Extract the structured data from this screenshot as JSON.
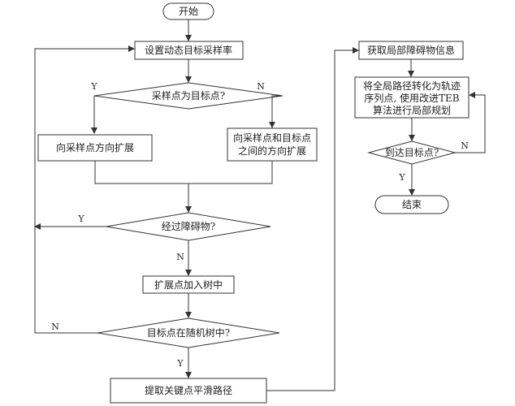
{
  "nodes": {
    "start": "开始",
    "set_sampling": "设置动态目标采样率",
    "is_target": "采样点为目标点?",
    "expand_to_sample": "向采样点方向扩展",
    "expand_between_1": "向采样点和目标点",
    "expand_between_2": "之间的方向扩展",
    "pass_obstacle": "经过障碍物?",
    "add_to_tree": "扩展点加入树中",
    "target_in_tree": "目标点在随机树中?",
    "extract_path": "提取关键点平滑路径",
    "get_local_obstacle": "获取局部障碍物信息",
    "convert_1": "将全局路径转化为轨迹",
    "convert_2": "序列点, 使用改进TEB",
    "convert_3": "算法进行局部规划",
    "reach_target": "到达目标点?",
    "end": "结束"
  },
  "labels": {
    "is_target_yes": "Y",
    "is_target_no": "N",
    "pass_obstacle_yes": "Y",
    "pass_obstacle_no": "N",
    "target_in_tree_yes": "Y",
    "target_in_tree_no": "N",
    "reach_target_yes": "Y",
    "reach_target_no": "N"
  }
}
